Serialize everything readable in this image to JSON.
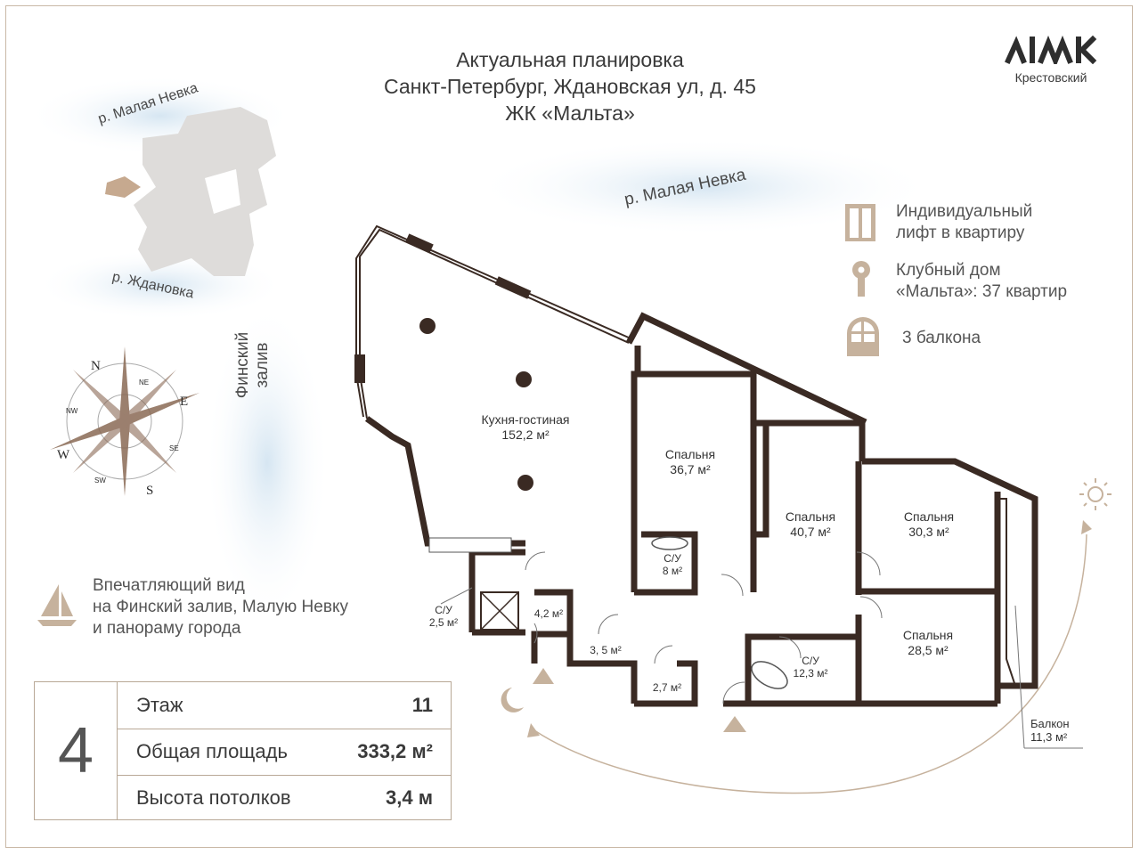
{
  "header": {
    "line1": "Актуальная планировка",
    "line2": "Санкт-Петербург, Ждановская ул, д. 45",
    "line3": "ЖК «Мальта»"
  },
  "logo": {
    "name": "Крестовский"
  },
  "map": {
    "river_malaya_nevka_small": "р. Малая Невка",
    "river_zhdanovka": "р. Ждановка",
    "river_malaya_nevka_large": "р. Малая Невка",
    "gulf_line1": "Финский",
    "gulf_line2": "залив"
  },
  "compass": {
    "n": "N",
    "s": "S",
    "e": "E",
    "w": "W",
    "ne": "NE",
    "nw": "NW",
    "se": "SE",
    "sw": "SW"
  },
  "legend": {
    "lift_line1": "Индивидуальный",
    "lift_line2": "лифт в квартиру",
    "club_line1": "Клубный дом",
    "club_line2": "«Мальта»: 37 квартир",
    "balconies": "3 балкона"
  },
  "view": {
    "line1": "Впечатляющий вид",
    "line2": "на Финский залив, Малую Невку",
    "line3": "и панораму города"
  },
  "rooms": {
    "kitchen_name": "Кухня-гостиная",
    "kitchen_area": "152,2 м²",
    "bed1_name": "Спальня",
    "bed1_area": "36,7 м²",
    "bed2_name": "Спальня",
    "bed2_area": "40,7 м²",
    "bed3_name": "Спальня",
    "bed3_area": "30,3 м²",
    "bed4_name": "Спальня",
    "bed4_area": "28,5 м²",
    "bath1_name": "С/У",
    "bath1_area": "8 м²",
    "bath2_name": "С/У",
    "bath2_area": "2,5 м²",
    "bath3_name": "С/У",
    "bath3_area": "12,3 м²",
    "storage1": "4,2 м²",
    "storage2": "3, 5 м²",
    "storage3": "2,7 м²",
    "balcony_name": "Балкон",
    "balcony_area": "11,3 м²"
  },
  "info": {
    "number": "4",
    "floor_label": "Этаж",
    "floor_value": "11",
    "area_label": "Общая площадь",
    "area_value": "333,2 м²",
    "height_label": "Высота потолков",
    "height_value": "3,4 м"
  },
  "colors": {
    "wall": "#3a2a23",
    "accent": "#c6b29d",
    "water": "#e3eef6"
  }
}
